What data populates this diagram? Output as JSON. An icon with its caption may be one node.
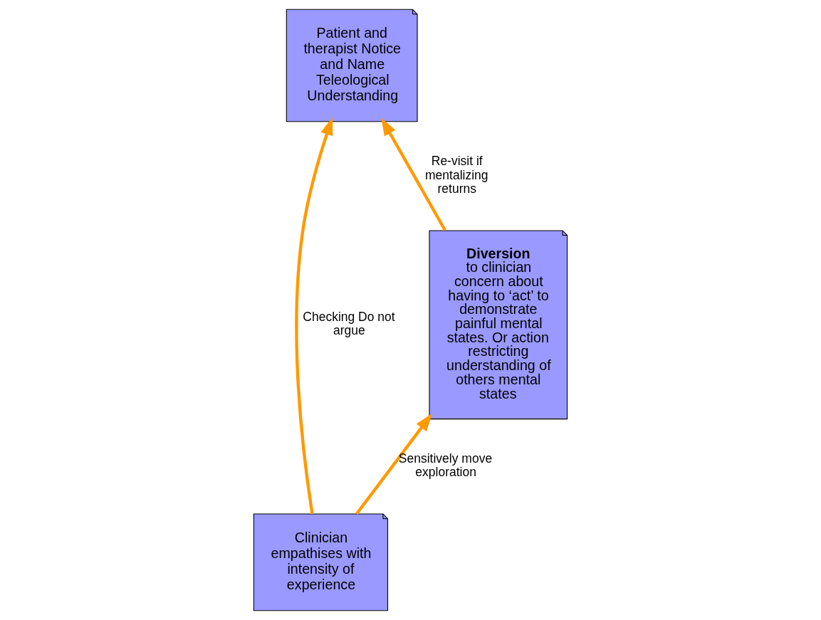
{
  "diagram": {
    "nodes": [
      {
        "text": [
          "Patient and therapist Notice and Name Teleological Understanding"
        ]
      },
      {
        "text": [
          "Diversion",
          "to clinician concern about having to ‘act’ to demonstrate painful mental states. Or action restricting understanding of others mental states"
        ]
      },
      {
        "text": [
          "Clinician empathises with intensity of experience"
        ]
      }
    ],
    "edges": [
      {
        "from": 2,
        "to": 0,
        "arrow": "to",
        "label": "Checking Do not argue"
      },
      {
        "from": 1,
        "to": 0,
        "arrow": "to",
        "label": "Re-visit if mentalizing returns"
      },
      {
        "from": 2,
        "to": 1,
        "arrow": "to",
        "label": "Sensitively move exploration"
      }
    ]
  }
}
